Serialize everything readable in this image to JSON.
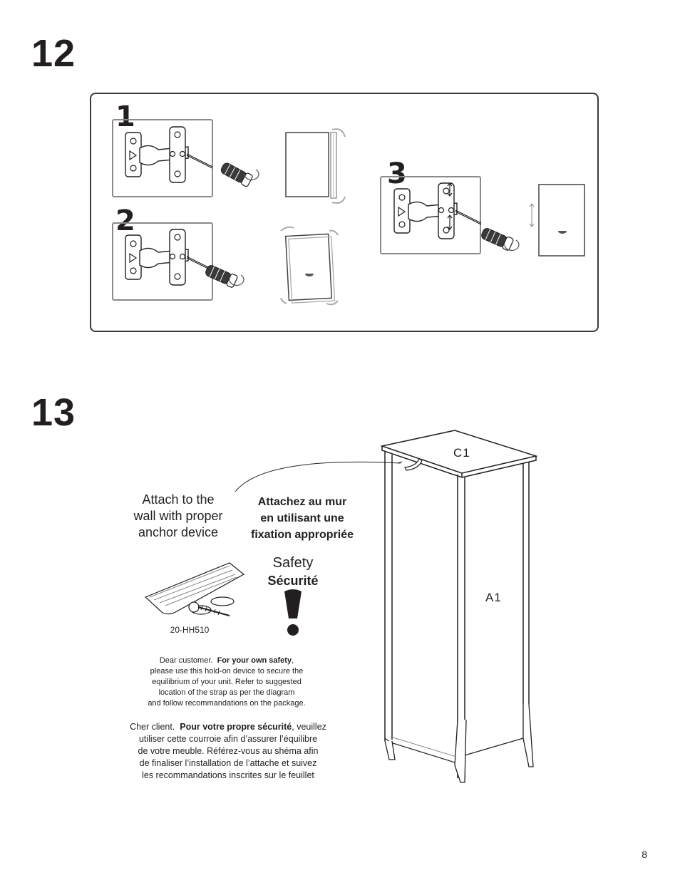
{
  "steps": {
    "step12": {
      "number": "12",
      "sub_steps": [
        "1",
        "2",
        "3"
      ]
    },
    "step13": {
      "number": "13"
    }
  },
  "attach": {
    "en_lines": [
      "Attach to the",
      "wall with proper",
      "anchor device"
    ],
    "fr_lines": [
      "Attachez au mur",
      "en utilisant une",
      "fixation appropriée"
    ]
  },
  "safety": {
    "en": "Safety",
    "fr": "Sécurité"
  },
  "part_code": "20-HH510",
  "notice_en": {
    "lead": "Dear customer.",
    "bold": "For your own safety",
    "after_bold": ",",
    "lines": [
      "please use this hold-on device to secure the",
      "equilibrium of your unit.  Refer to suggested",
      "location of the strap as per the diagram",
      "and follow recommandations on the package."
    ]
  },
  "notice_fr": {
    "lead": "Cher client.",
    "bold": "Pour votre propre sécurité",
    "after_bold": ", veuillez",
    "lines": [
      "utiliser cette courroie afin d’assurer l’équilibre",
      "de votre meuble.  Référez-vous au shéma afin",
      "de finaliser l’installation de l’attache et suivez",
      "les recommandations inscrites sur le feuillet"
    ]
  },
  "parts": {
    "top": "C1",
    "side": "A1"
  },
  "page_number": "8",
  "icons": [
    "hinge-icon",
    "screwdriver-icon",
    "rotation-arrow-icon",
    "door-panel-icon",
    "exclamation-icon",
    "strap-icon",
    "screw-icon"
  ]
}
